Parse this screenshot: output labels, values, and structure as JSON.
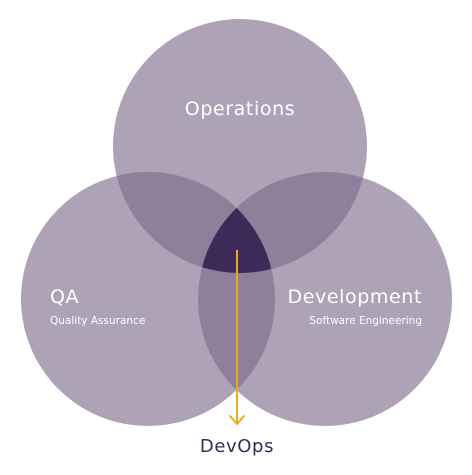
{
  "colors": {
    "circle": "#aea2b6",
    "pair_overlap": "#8e7f9b",
    "center": "#3d2a58",
    "arrow": "#f0a81a",
    "devops_text": "#3d2a52",
    "label_text": "#ffffff"
  },
  "circles": {
    "operations": {
      "title": "Operations"
    },
    "qa": {
      "title": "QA",
      "subtitle": "Quality Assurance"
    },
    "development": {
      "title": "Development",
      "subtitle": "Software Engineering"
    }
  },
  "result": {
    "title": "DevOps"
  },
  "icons": {
    "arrow": "arrow-down-icon"
  }
}
